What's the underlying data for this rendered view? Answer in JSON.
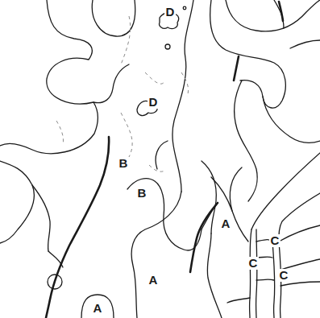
{
  "diagram": {
    "nodes": [
      {
        "text": [
          "A"
        ]
      }
    ],
    "labels": [
      "D",
      "D",
      "B",
      "B",
      "A",
      "C",
      "C",
      "C",
      "A"
    ]
  }
}
